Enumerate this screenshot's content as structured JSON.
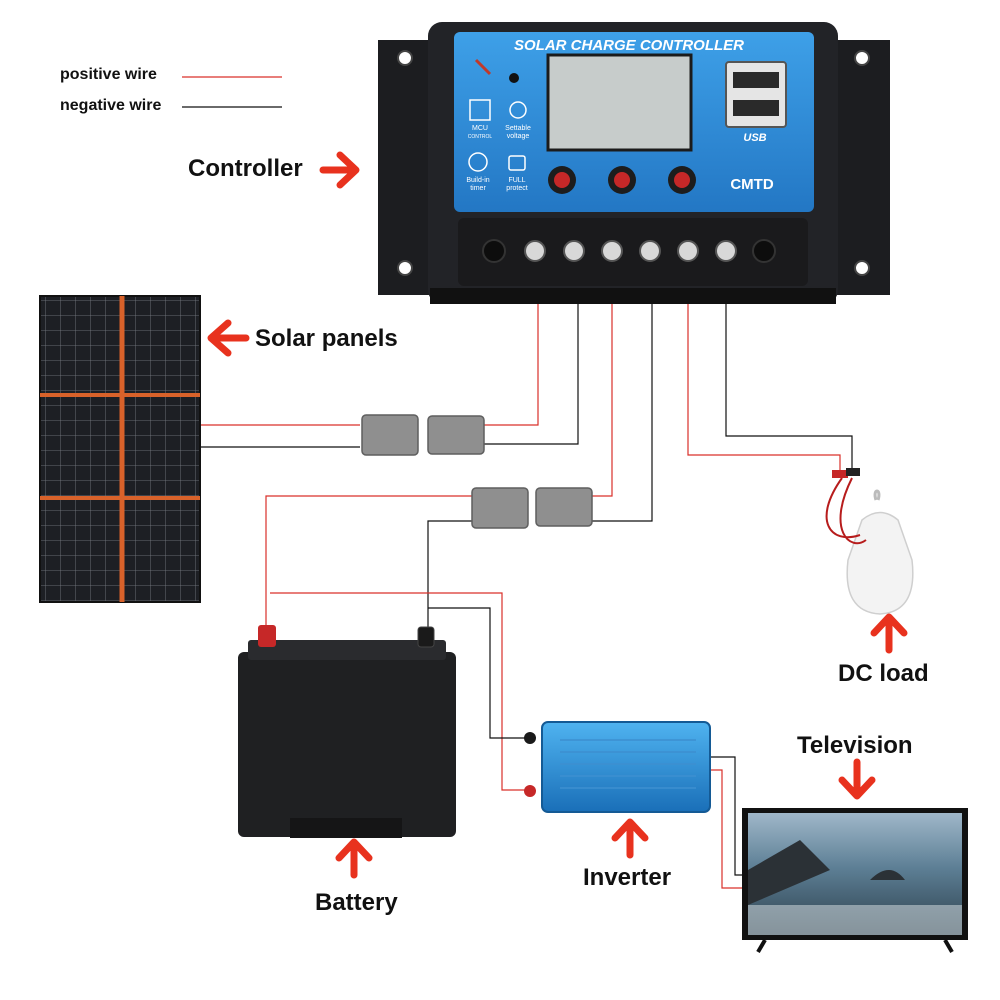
{
  "legend": {
    "positive": "positive wire",
    "negative": "negative wire"
  },
  "controller": {
    "label": "Controller",
    "header": "SOLAR CHARGE CONTROLLER",
    "brand": "CMTD",
    "usb": "USB",
    "mcu_line1": "MCU",
    "mcu_line2": "CONTROL",
    "settable_line1": "Settable",
    "settable_line2": "voltage",
    "timer_line1": "Build-in",
    "timer_line2": "timer",
    "full_line1": "FULL",
    "full_line2": "protect"
  },
  "components": {
    "solar": "Solar panels",
    "battery": "Battery",
    "inverter": "Inverter",
    "dc_load": "DC load",
    "television": "Television"
  },
  "colors": {
    "positive_wire": "#d9302a",
    "negative_wire": "#111111",
    "arrow": "#e8321e",
    "controller_face": "#2f8fd6"
  }
}
